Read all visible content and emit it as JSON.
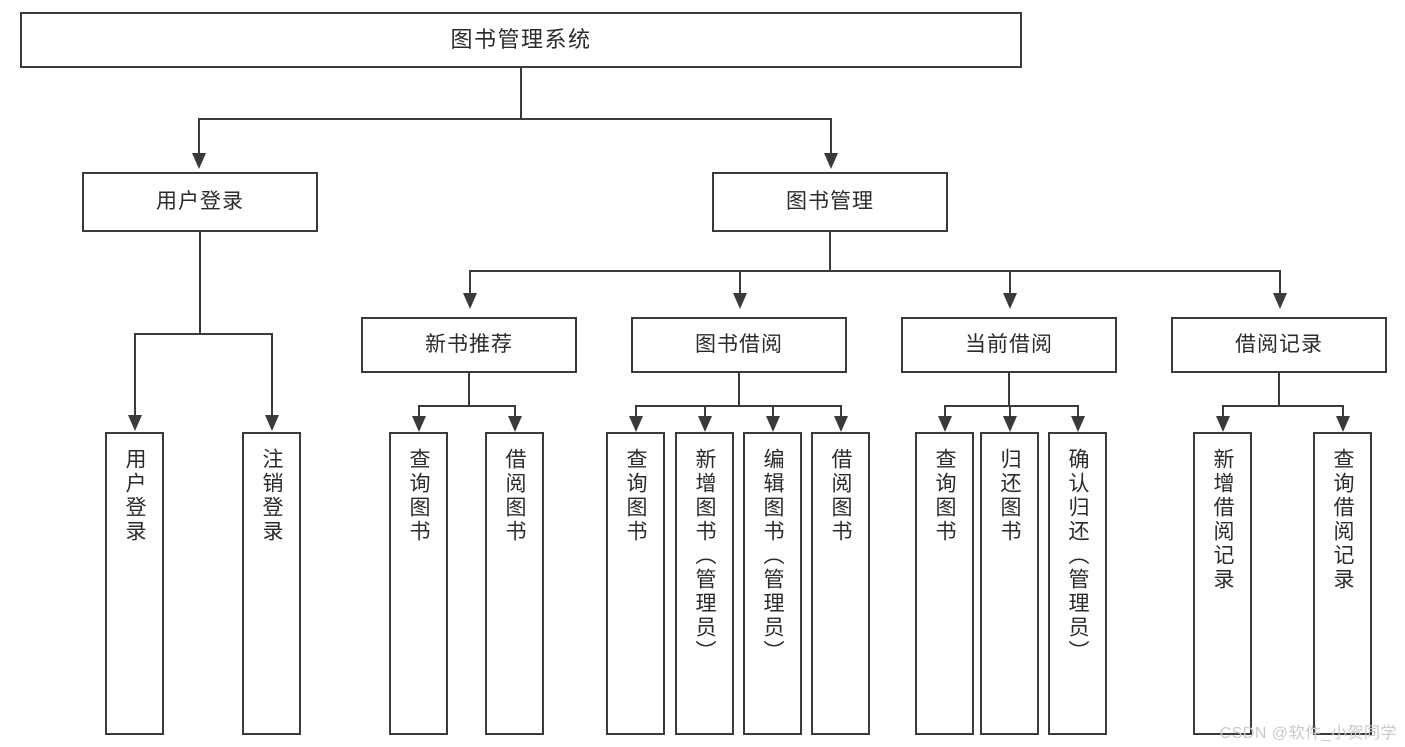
{
  "diagram": {
    "title": "图书管理系统",
    "type": "functional-structure-tree",
    "root": {
      "label": "图书管理系统"
    },
    "level1": [
      {
        "label": "用户登录"
      },
      {
        "label": "图书管理"
      }
    ],
    "level2": [
      {
        "label": "新书推荐"
      },
      {
        "label": "图书借阅"
      },
      {
        "label": "当前借阅"
      },
      {
        "label": "借阅记录"
      }
    ],
    "leaves": {
      "user_login": [
        {
          "label": "用户登录"
        },
        {
          "label": "注销登录"
        }
      ],
      "new_book_recommend": [
        {
          "label": "查询图书"
        },
        {
          "label": "借阅图书"
        }
      ],
      "book_borrow": [
        {
          "label": "查询图书"
        },
        {
          "label": "新增图书（管理员）"
        },
        {
          "label": "编辑图书（管理员）"
        },
        {
          "label": "借阅图书"
        }
      ],
      "current_borrow": [
        {
          "label": "查询图书"
        },
        {
          "label": "归还图书"
        },
        {
          "label": "确认归还（管理员）"
        }
      ],
      "borrow_record": [
        {
          "label": "新增借阅记录"
        },
        {
          "label": "查询借阅记录"
        }
      ]
    }
  },
  "watermark": {
    "text": "CSDN @软件_小贺同学"
  },
  "colors": {
    "border": "#3a3a3a",
    "fill": "#ffffff",
    "text": "#2b2b2b",
    "watermark": "#c9c9c9"
  }
}
